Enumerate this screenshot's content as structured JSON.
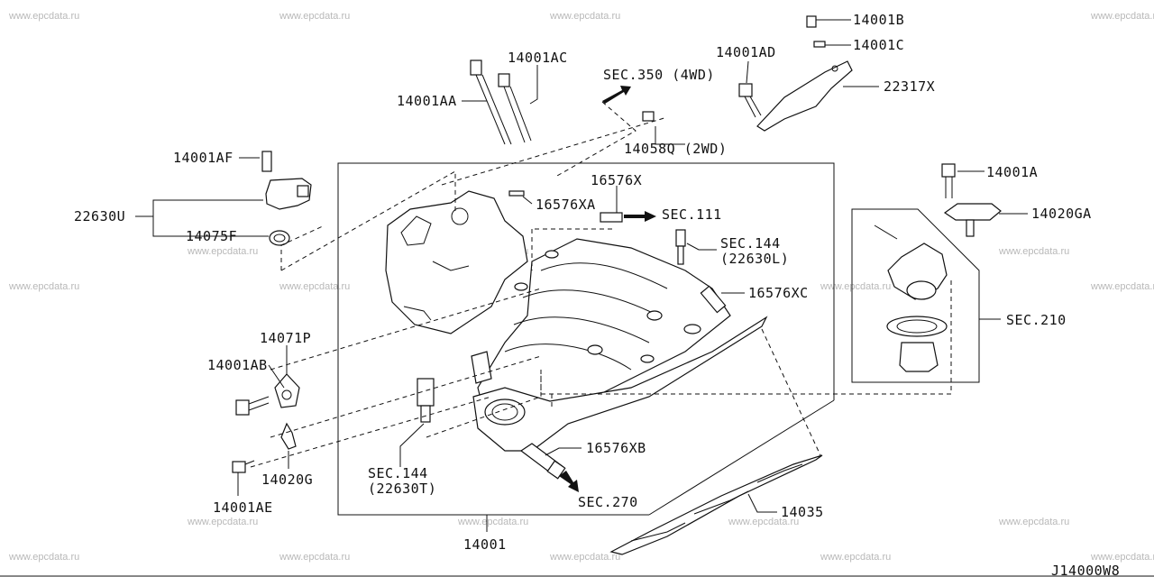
{
  "watermark": "www.epcdata.ru",
  "diagram_code": "J14000W8",
  "labels": {
    "p14001B": "14001B",
    "p14001C": "14001C",
    "p22317X": "22317X",
    "p14001AD": "14001AD",
    "p14001AC": "14001AC",
    "p14001AA": "14001AA",
    "sec350": "SEC.350 (4WD)",
    "p14058Q": "14058Q (2WD)",
    "p14001AF": "14001AF",
    "p22630U": "22630U",
    "p14075F": "14075F",
    "p16576X": "16576X",
    "p16576XA": "16576XA",
    "sec111": "SEC.111",
    "sec144a": "SEC.144",
    "p22630L": "(22630L)",
    "p16576XC": "16576XC",
    "p14001A": "14001A",
    "p14020GA": "14020GA",
    "sec210": "SEC.210",
    "p14071P": "14071P",
    "p14001AB": "14001AB",
    "p14020G": "14020G",
    "p14001AE": "14001AE",
    "sec144b": "SEC.144",
    "p22630T": "(22630T)",
    "p16576XB": "16576XB",
    "sec270": "SEC.270",
    "p14035": "14035",
    "p14001": "14001"
  }
}
